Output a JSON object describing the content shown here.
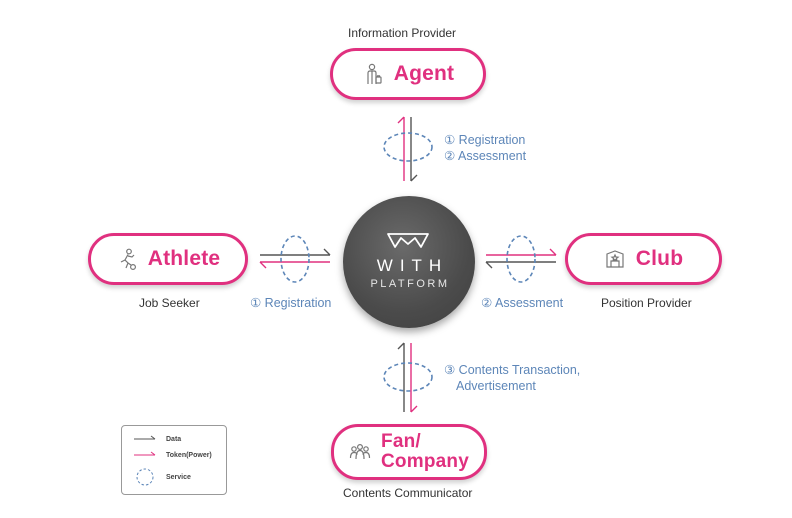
{
  "nodes": {
    "agent": {
      "label": "Agent",
      "role": "Information Provider"
    },
    "athlete": {
      "label": "Athlete",
      "role": "Job Seeker"
    },
    "club": {
      "label": "Club",
      "role": "Position Provider"
    },
    "fan": {
      "label_line1": "Fan/",
      "label_line2": "Company",
      "role": "Contents Communicator"
    }
  },
  "platform": {
    "title": "WITH",
    "subtitle": "PLATFORM"
  },
  "steps": {
    "top": [
      "① Registration",
      "② Assessment"
    ],
    "left": "① Registration",
    "right": "② Assessment",
    "bottom": [
      "③ Contents Transaction,",
      "Advertisement"
    ]
  },
  "legend": {
    "data": "Data",
    "token": "Token(Power)",
    "service": "Service"
  },
  "colors": {
    "accent": "#e0307f",
    "data_line": "#555555",
    "service_dash": "#5d86b8",
    "platform": "#4b4b4b"
  },
  "icons": {
    "agent": "person-with-briefcase-icon",
    "athlete": "soccer-player-icon",
    "club": "stadium-badge-icon",
    "fan": "group-of-people-icon"
  }
}
